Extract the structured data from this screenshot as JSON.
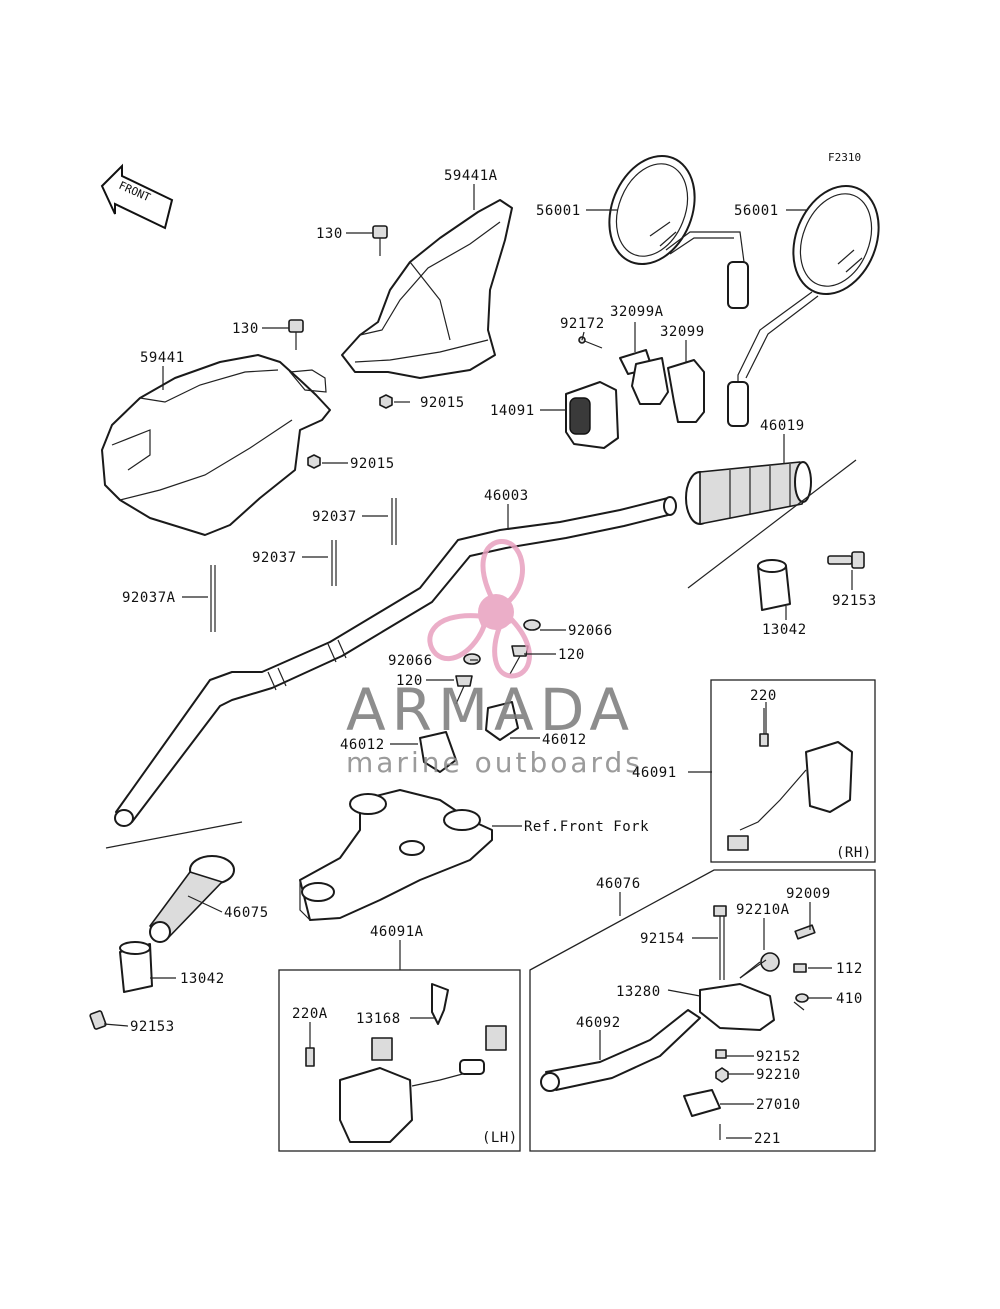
{
  "diagram": {
    "code": "F2310",
    "front_label": "FRONT",
    "rh_label": "(RH)",
    "lh_label": "(LH)",
    "ref_label": "Ref.Front Fork"
  },
  "watermark": {
    "brand": "ARMADA",
    "tagline": "marine outboards",
    "colors": {
      "propeller": "#e8a0bf",
      "text": "#7a7a7a"
    }
  },
  "parts": {
    "p59441A": "59441A",
    "p130a": "130",
    "p130b": "130",
    "p59441": "59441",
    "p92015a": "92015",
    "p92015b": "92015",
    "p56001a": "56001",
    "p56001b": "56001",
    "p92172": "92172",
    "p32099A": "32099A",
    "p32099": "32099",
    "p14091": "14091",
    "p46019": "46019",
    "p46003": "46003",
    "p92037a": "92037",
    "p92037b": "92037",
    "p92037A": "92037A",
    "p92153a": "92153",
    "p13042a": "13042",
    "p92066a": "92066",
    "p92066b": "92066",
    "p120a": "120",
    "p120b": "120",
    "p46012a": "46012",
    "p46012b": "46012",
    "p220": "220",
    "p46091": "46091",
    "p46075": "46075",
    "p13042b": "13042",
    "p92153b": "92153",
    "p46091A": "46091A",
    "p220A": "220A",
    "p13168": "13168",
    "p46076": "46076",
    "p92009": "92009",
    "p92210A": "92210A",
    "p92154": "92154",
    "p112": "112",
    "p13280": "13280",
    "p410": "410",
    "p46092": "46092",
    "p92152": "92152",
    "p92210": "92210",
    "p27010": "27010",
    "p221": "221"
  }
}
